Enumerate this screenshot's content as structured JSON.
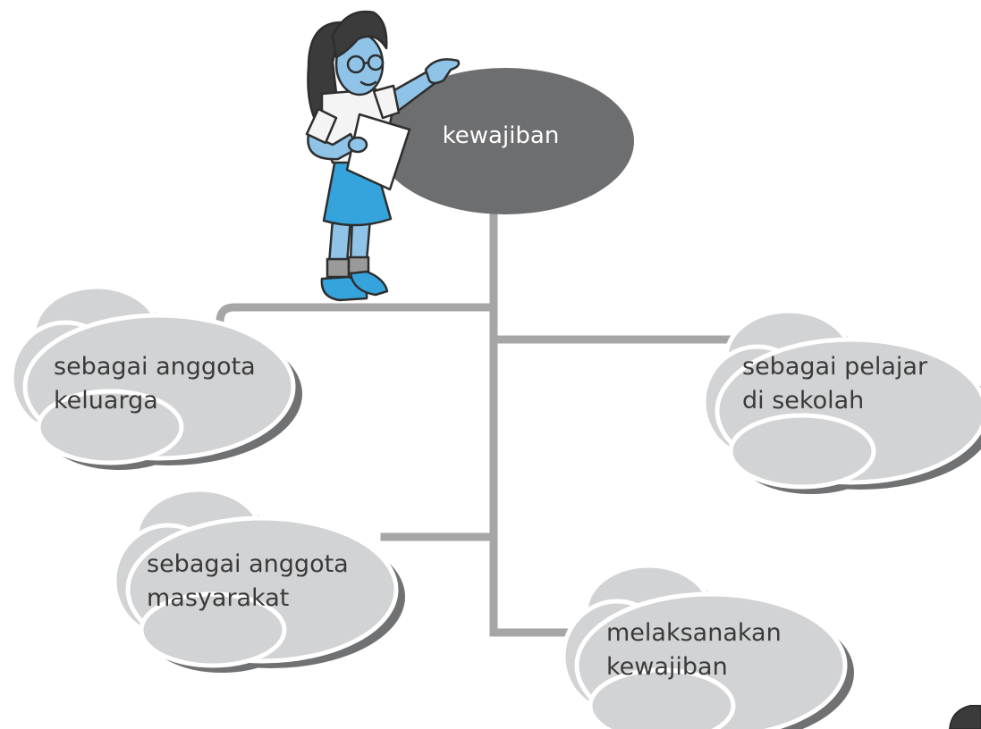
{
  "center": {
    "label": "kewajiban"
  },
  "nodes": {
    "keluarga": {
      "line1": "sebagai anggota",
      "line2": "keluarga"
    },
    "pelajar": {
      "line1": "sebagai pelajar",
      "line2": "di sekolah"
    },
    "masyarakat": {
      "line1": "sebagai anggota",
      "line2": "masyarakat"
    },
    "melaksanakan": {
      "line1": "melaksanakan",
      "line2": "kewajiban"
    }
  },
  "colors": {
    "connector": "#a6a6a6",
    "center_fill": "#6d6e70",
    "cloud_fill": "#d2d3d5",
    "cloud_shadow": "#707173",
    "cloud_outline": "#ffffff",
    "girl_skin": "#8fc4e8",
    "girl_skirt": "#35a4dd",
    "girl_hair": "#3b3b3b"
  },
  "illustration": {
    "name": "student-girl-presenting"
  }
}
